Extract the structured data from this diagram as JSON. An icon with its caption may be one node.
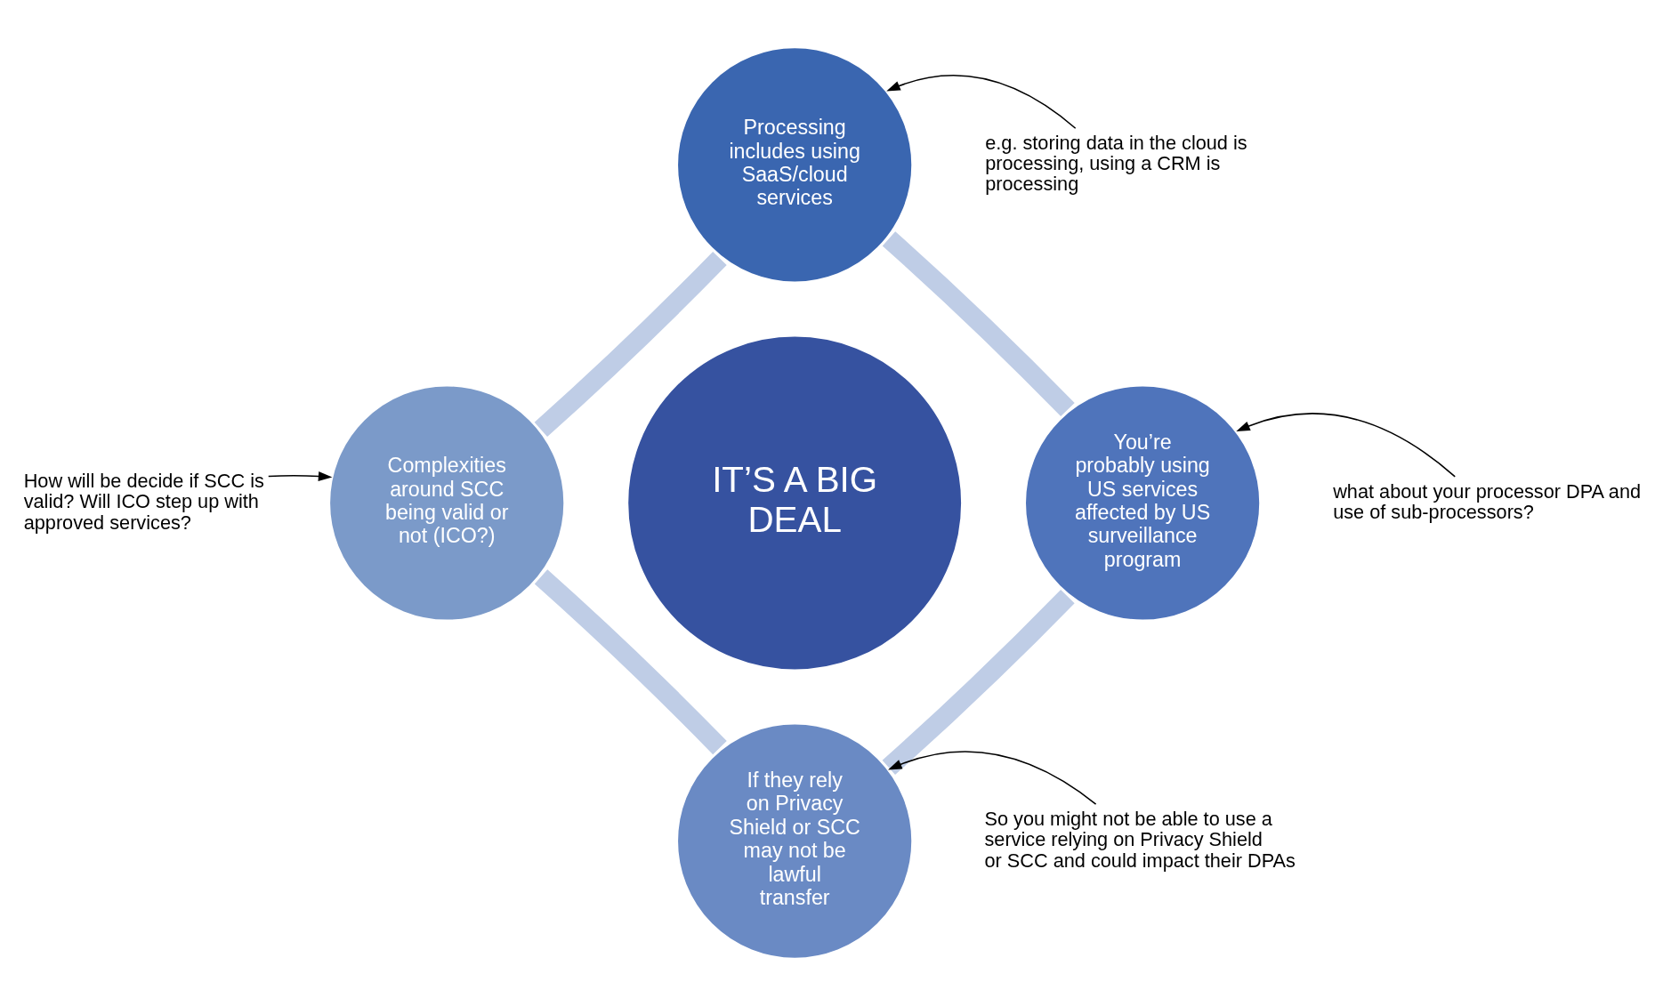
{
  "diagram": {
    "nodes": [
      {
        "text": [
          "IT’S A BIG DEAL"
        ]
      },
      {
        "text": [
          "Processing includes using SaaS/cloud services"
        ]
      },
      {
        "text": [
          "You’re probably using US services affected by US surveillance program"
        ]
      },
      {
        "text": [
          "If they rely on Privacy Shield or SCC may not be lawful transfer"
        ]
      },
      {
        "text": [
          "Complexities around SCC being valid or not (ICO?)"
        ]
      },
      {
        "text": [
          "e.g. storing data in the cloud is processing, using a CRM is processing"
        ]
      },
      {
        "text": [
          "what about your processor DPA and use of sub-processors?"
        ]
      },
      {
        "text": [
          "So you might not be able to use a service relying on Privacy Shield or SCC and could impact their DPAs"
        ]
      },
      {
        "text": [
          "How will be decide if SCC is valid? Will ICO step up with approved services?"
        ]
      }
    ],
    "edges": [
      {
        "from": 1,
        "to": 2,
        "arrow": "none",
        "style": "thick"
      },
      {
        "from": 2,
        "to": 3,
        "arrow": "none",
        "style": "thick"
      },
      {
        "from": 3,
        "to": 4,
        "arrow": "none",
        "style": "thick"
      },
      {
        "from": 4,
        "to": 1,
        "arrow": "none",
        "style": "thick"
      },
      {
        "from": 5,
        "to": 1,
        "arrow": "to",
        "color": "#000000"
      },
      {
        "from": 6,
        "to": 2,
        "arrow": "to",
        "color": "#000000"
      },
      {
        "from": 7,
        "to": 3,
        "arrow": "to",
        "color": "#000000"
      },
      {
        "from": 8,
        "to": 4,
        "arrow": "to",
        "color": "#000000"
      }
    ]
  }
}
